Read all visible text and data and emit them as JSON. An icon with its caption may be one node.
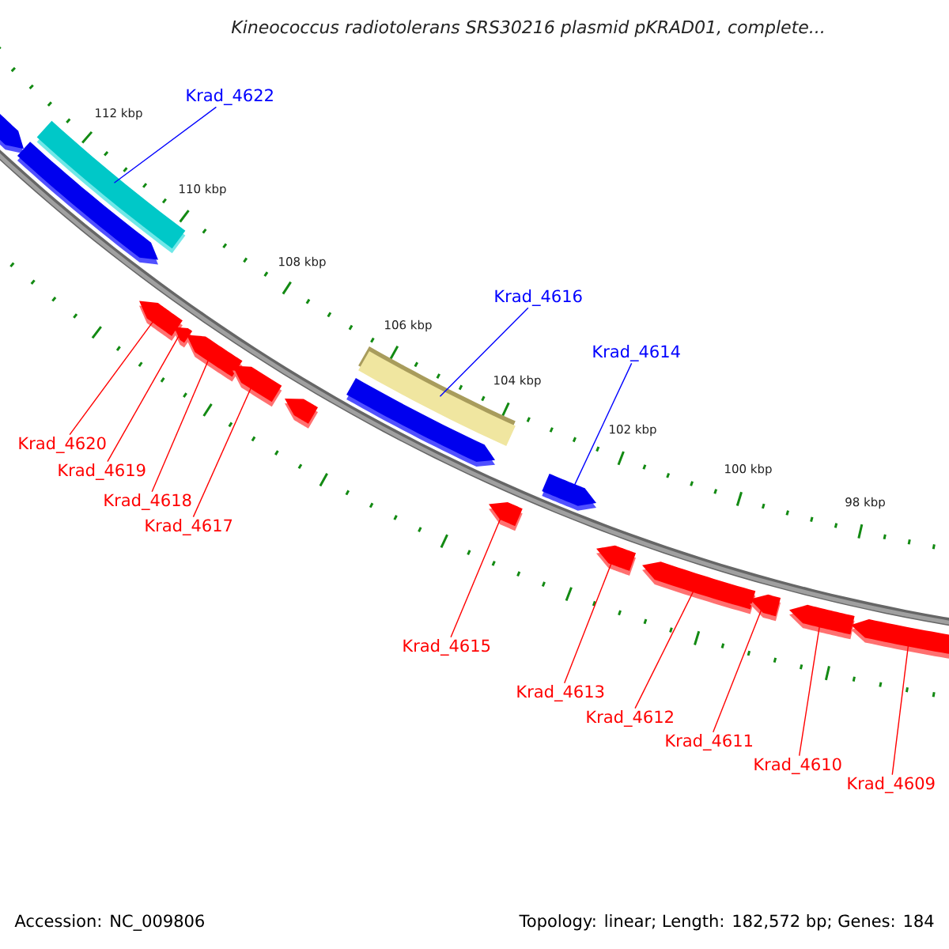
{
  "diagram": {
    "title": "Kineococcus radiotolerans SRS30216 plasmid pKRAD01, complete...",
    "nodes": [
      {
        "text": [
          "Krad_4622"
        ]
      },
      {
        "text": [
          "Krad_4616"
        ]
      },
      {
        "text": [
          "Krad_4614"
        ]
      },
      {
        "text": [
          "Krad_4620"
        ]
      },
      {
        "text": [
          "Krad_4619"
        ]
      },
      {
        "text": [
          "Krad_4618"
        ]
      },
      {
        "text": [
          "Krad_4617"
        ]
      },
      {
        "text": [
          "Krad_4615"
        ]
      },
      {
        "text": [
          "Krad_4613"
        ]
      },
      {
        "text": [
          "Krad_4612"
        ]
      },
      {
        "text": [
          "Krad_4611"
        ]
      },
      {
        "text": [
          "Krad_4610"
        ]
      },
      {
        "text": [
          "Krad_4609"
        ]
      },
      {
        "text": [],
        "shape": "pentagon"
      },
      {
        "text": [],
        "shape": "pentagon"
      },
      {
        "text": [],
        "shape": "bar"
      },
      {
        "text": [],
        "shape": "pentagon"
      },
      {
        "text": [],
        "shape": "pentagon"
      },
      {
        "text": [],
        "shape": "pentagon"
      },
      {
        "text": [],
        "shape": "pentagon"
      },
      {
        "text": [],
        "shape": "pentagon"
      },
      {
        "text": [],
        "shape": "pentagon"
      },
      {
        "text": [],
        "shape": "bar"
      },
      {
        "text": [],
        "shape": "pentagon"
      },
      {
        "text": [],
        "shape": "pentagon"
      },
      {
        "text": [],
        "shape": "pentagon"
      },
      {
        "text": [],
        "shape": "pentagon"
      },
      {
        "text": [],
        "shape": "pentagon"
      },
      {
        "text": [],
        "shape": "pentagon"
      },
      {
        "text": [],
        "shape": "pentagon"
      }
    ],
    "edges": [
      {
        "from": 0,
        "to": 15,
        "arrow": "none",
        "color": "#0000ff"
      },
      {
        "from": 1,
        "to": 22,
        "arrow": "none",
        "color": "#0000ff"
      },
      {
        "from": 2,
        "to": 24,
        "arrow": "none",
        "color": "#0000ff"
      },
      {
        "from": 3,
        "to": 16,
        "arrow": "none"
      },
      {
        "from": 4,
        "to": 17,
        "arrow": "none"
      },
      {
        "from": 5,
        "to": 18,
        "arrow": "none"
      },
      {
        "from": 6,
        "to": 19,
        "arrow": "none"
      },
      {
        "from": 7,
        "to": 23,
        "arrow": "none"
      },
      {
        "from": 8,
        "to": 25,
        "arrow": "none"
      },
      {
        "from": 9,
        "to": 26,
        "arrow": "none"
      },
      {
        "from": 10,
        "to": 27,
        "arrow": "none"
      },
      {
        "from": 11,
        "to": 28,
        "arrow": "none"
      },
      {
        "from": 12,
        "to": 29,
        "arrow": "none"
      }
    ],
    "labels": [
      "112 kbp",
      "110 kbp",
      "108 kbp",
      "106 kbp",
      "104 kbp",
      "102 kbp",
      "100 kbp",
      "98 kbp",
      "Accession: NC_009806",
      "Topology: linear; Length: 182,572 bp; Genes: 184"
    ]
  }
}
